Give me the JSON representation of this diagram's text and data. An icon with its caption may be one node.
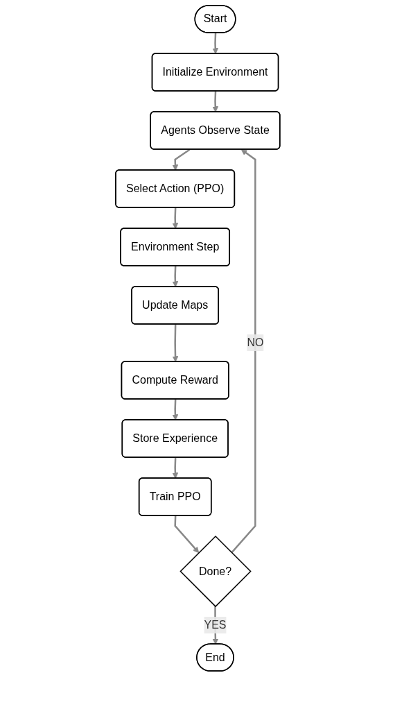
{
  "diagram": {
    "nodes": [
      {
        "text": [
          "Start"
        ]
      },
      {
        "text": [
          "Initialize Environment"
        ]
      },
      {
        "text": [
          "Agents Observe State"
        ]
      },
      {
        "text": [
          "Select Action (PPO)"
        ]
      },
      {
        "text": [
          "Environment Step"
        ]
      },
      {
        "text": [
          "Update Maps"
        ]
      },
      {
        "text": [
          "Compute Reward"
        ]
      },
      {
        "text": [
          "Store Experience"
        ]
      },
      {
        "text": [
          "Train PPO"
        ]
      },
      {
        "text": [
          "Done?"
        ]
      },
      {
        "text": [
          "End"
        ]
      }
    ],
    "edges": [
      {
        "from": 0,
        "to": 1,
        "arrow": "to"
      },
      {
        "from": 1,
        "to": 2,
        "arrow": "to"
      },
      {
        "from": 2,
        "to": 3,
        "arrow": "to"
      },
      {
        "from": 3,
        "to": 4,
        "arrow": "to"
      },
      {
        "from": 4,
        "to": 5,
        "arrow": "to"
      },
      {
        "from": 5,
        "to": 6,
        "arrow": "to"
      },
      {
        "from": 6,
        "to": 7,
        "arrow": "to"
      },
      {
        "from": 7,
        "to": 8,
        "arrow": "to"
      },
      {
        "from": 8,
        "to": 9,
        "arrow": "to"
      },
      {
        "from": 9,
        "to": 2,
        "arrow": "to",
        "label": "NO"
      },
      {
        "from": 9,
        "to": 10,
        "arrow": "to",
        "label": "YES"
      }
    ]
  }
}
